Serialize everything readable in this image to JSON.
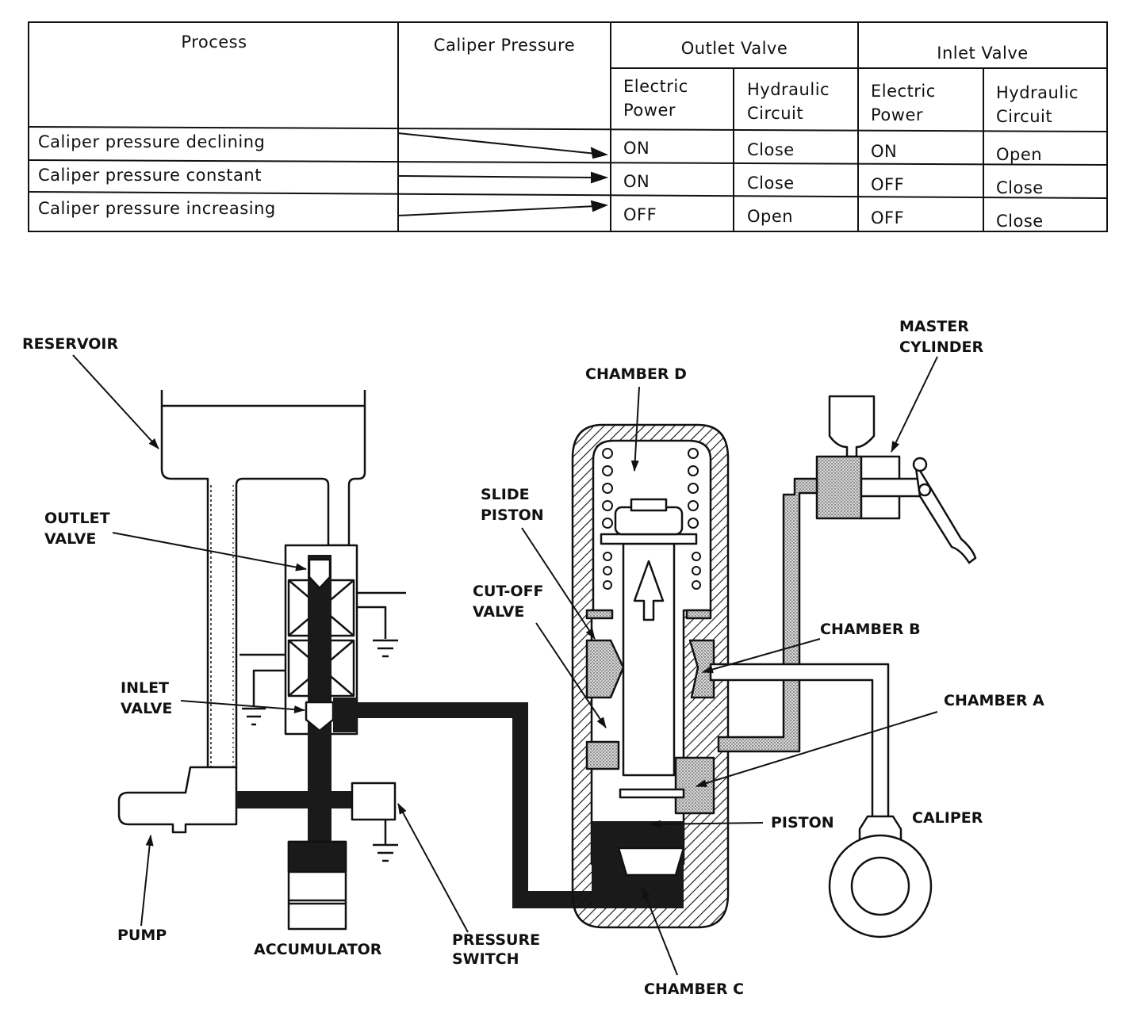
{
  "table": {
    "headers": {
      "process": "Process",
      "caliper_pressure": "Caliper Pressure",
      "outlet_valve": "Outlet Valve",
      "inlet_valve": "Inlet Valve",
      "outlet_electric_power": "Electric\nPower",
      "outlet_hydraulic_circuit": "Hydraulic\nCircuit",
      "inlet_electric_power": "Electric\nPower",
      "inlet_hydraulic_circuit": "Hydraulic\nCircuit"
    },
    "rows": [
      {
        "process": "Caliper pressure declining",
        "outlet_power": "ON",
        "outlet_circuit": "Close",
        "inlet_power": "ON",
        "inlet_circuit": "Open"
      },
      {
        "process": "Caliper pressure constant",
        "outlet_power": "ON",
        "outlet_circuit": "Close",
        "inlet_power": "OFF",
        "inlet_circuit": "Close"
      },
      {
        "process": "Caliper pressure increasing",
        "outlet_power": "OFF",
        "outlet_circuit": "Open",
        "inlet_power": "OFF",
        "inlet_circuit": "Close"
      }
    ]
  },
  "labels": {
    "reservoir": "RESERVOIR",
    "outlet_valve_1": "OUTLET",
    "outlet_valve_2": "VALVE",
    "inlet_valve_1": "INLET",
    "inlet_valve_2": "VALVE",
    "pump": "PUMP",
    "accumulator": "ACCUMULATOR",
    "pressure_switch_1": "PRESSURE",
    "pressure_switch_2": "SWITCH",
    "chamber_d": "CHAMBER D",
    "slide_piston_1": "SLIDE",
    "slide_piston_2": "PISTON",
    "cutoff_valve_1": "CUT-OFF",
    "cutoff_valve_2": "VALVE",
    "chamber_c": "CHAMBER C",
    "piston": "PISTON",
    "chamber_b": "CHAMBER B",
    "chamber_a": "CHAMBER A",
    "master_cylinder_1": "MASTER",
    "master_cylinder_2": "CYLINDER",
    "caliper": "CALIPER"
  },
  "colors": {
    "ink": "#111111",
    "fluid_dark": "#1a1a1a",
    "fluid_light": "#bdbdbd"
  }
}
